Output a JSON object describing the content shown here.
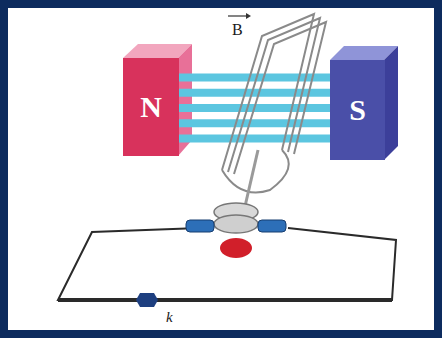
{
  "diagram": {
    "nodes": [
      {
        "text": [
          "N"
        ]
      },
      {
        "text": [
          "S"
        ]
      }
    ],
    "edges": [
      {
        "from": 0,
        "to": 1,
        "arrow": "none"
      },
      {
        "from": 0,
        "to": 1,
        "arrow": "none"
      },
      {
        "from": 0,
        "to": 1,
        "arrow": "none"
      },
      {
        "from": 0,
        "to": 1,
        "arrow": "none"
      },
      {
        "from": 0,
        "to": 1,
        "arrow": "none"
      }
    ],
    "labels": [
      "B",
      "k"
    ]
  }
}
